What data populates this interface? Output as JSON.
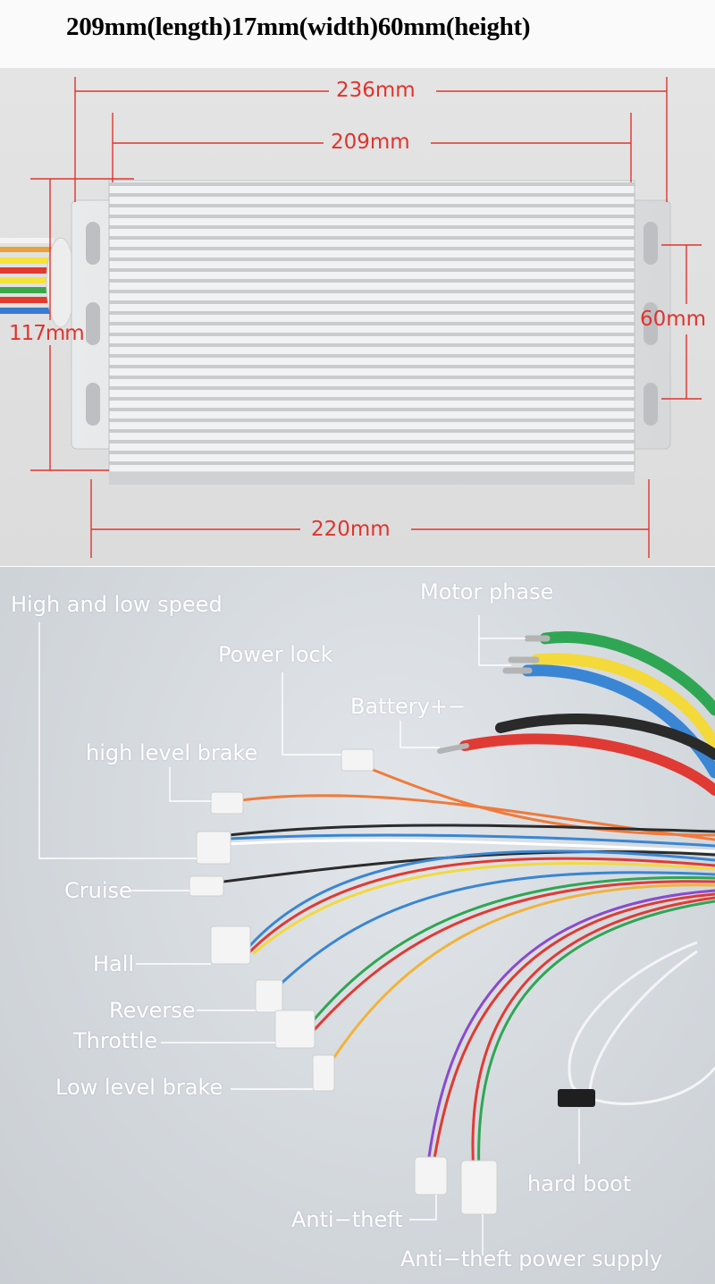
{
  "header": {
    "title": "209mm(length)17mm(width)60mm(height)"
  },
  "dimensions": {
    "overall_length": "236mm",
    "body_length": "209mm",
    "width": "117mm",
    "height": "60mm",
    "base_length": "220mm"
  },
  "wiring_labels": {
    "high_low_speed": "High and low speed",
    "motor_phase": "Motor phase",
    "power_lock": "Power lock",
    "battery": "Battery+−",
    "high_level_brake": "high level brake",
    "cruise": "Cruise",
    "hall": "Hall",
    "reverse": "Reverse",
    "throttle": "Throttle",
    "low_level_brake": "Low level brake",
    "hard_boot": "hard boot",
    "anti_theft": "Anti−theft",
    "anti_theft_power": "Anti−theft power supply"
  },
  "colors": {
    "dimension_text": "#e0342e",
    "label_text": "#ffffff"
  }
}
